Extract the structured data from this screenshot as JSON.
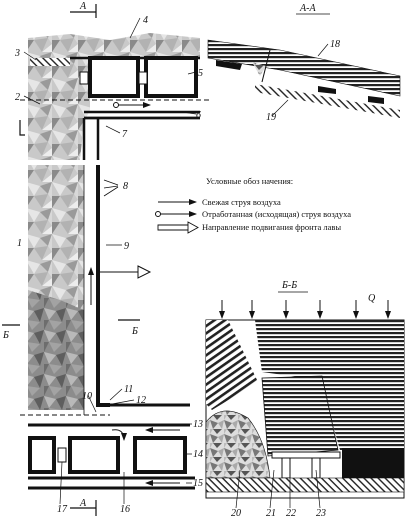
{
  "section_marks": {
    "a": "A",
    "b": "Б",
    "aa_title": "А-А",
    "bb_title": "Б-Б",
    "q": "Q"
  },
  "callouts": [
    "1",
    "2",
    "3",
    "4",
    "5",
    "6",
    "7",
    "8",
    "9",
    "10",
    "11",
    "12",
    "13",
    "14",
    "15",
    "16",
    "17",
    "18",
    "19",
    "20",
    "21",
    "22",
    "23"
  ],
  "legend": {
    "title": "Условные обоз начения:",
    "items": [
      {
        "text": "Свежая струя воздуха"
      },
      {
        "text": "Отработанная (исходящая) струя воздуха"
      },
      {
        "text": "Направление подвигания фронта лавы"
      }
    ]
  },
  "colors": {
    "ink": "#111111",
    "rock_light": "#d6d6d6",
    "rock_dark": "#7a7a7a",
    "hatch": "#222222"
  }
}
